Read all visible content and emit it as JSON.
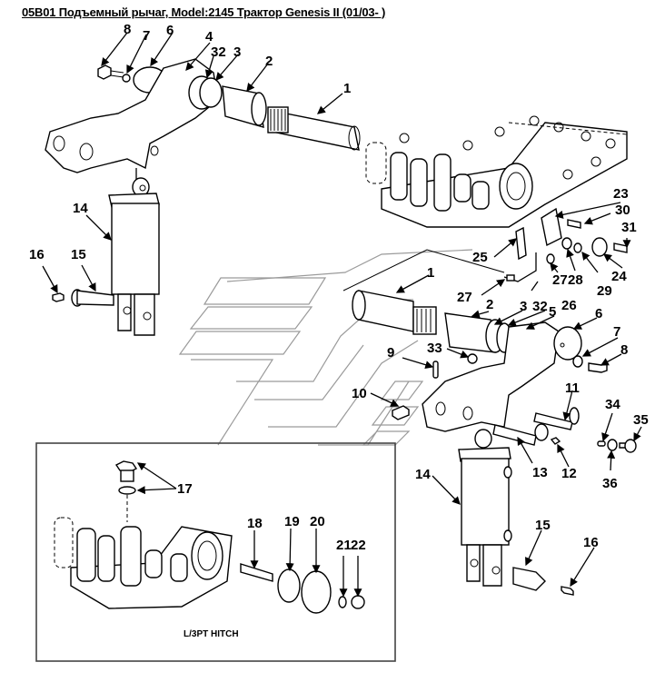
{
  "title": "05B01 Подъемный рычаг, Model:2145 Трактор Genesis II (01/03- )",
  "inset_caption": "L/3PT HITCH",
  "colors": {
    "line": "#000000",
    "watermark": "#9a9a9a",
    "background": "#ffffff"
  },
  "callouts_upper": [
    "8",
    "7",
    "6",
    "4",
    "32",
    "3",
    "2",
    "1",
    "14",
    "16",
    "15"
  ],
  "callouts_right": [
    "23",
    "30",
    "31",
    "25",
    "27",
    "28",
    "24",
    "29",
    "27",
    "26"
  ],
  "callouts_middle": [
    "1",
    "2",
    "3",
    "32",
    "5",
    "6",
    "7",
    "8",
    "33",
    "9",
    "10",
    "11",
    "34",
    "35",
    "36",
    "13",
    "12",
    "14",
    "15",
    "16"
  ],
  "callouts_inset": [
    "17",
    "18",
    "19",
    "20",
    "21",
    "22"
  ],
  "parts": {
    "p1": "1",
    "p2": "2",
    "p3": "3",
    "p4": "4",
    "p5": "5",
    "p6": "6",
    "p7": "7",
    "p8": "8",
    "p9": "9",
    "p10": "10",
    "p11": "11",
    "p12": "12",
    "p13": "13",
    "p14": "14",
    "p15": "15",
    "p16": "16",
    "p17": "17",
    "p18": "18",
    "p19": "19",
    "p20": "20",
    "p21": "21",
    "p22": "22",
    "p23": "23",
    "p24": "24",
    "p25": "25",
    "p26": "26",
    "p27": "27",
    "p28": "28",
    "p29": "29",
    "p30": "30",
    "p31": "31",
    "p32": "32",
    "p33": "33",
    "p34": "34",
    "p35": "35",
    "p36": "36"
  }
}
